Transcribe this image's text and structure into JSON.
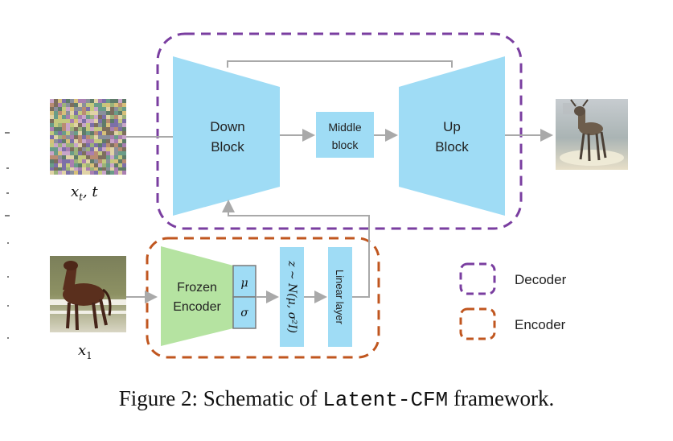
{
  "diagram": {
    "blocks": {
      "down_line1": "Down",
      "down_line2": "Block",
      "middle_line1": "Middle",
      "middle_line2": "block",
      "up_line1": "Up",
      "up_line2": "Block",
      "frozen_line1": "Frozen",
      "frozen_line2": "Encoder",
      "mu": "μ",
      "sigma": "σ",
      "sample": "z ~ N(μ, σ²I)",
      "linear": "Linear layer"
    },
    "inputs": {
      "noisy_label": "x_t, t",
      "clean_label": "x_1"
    },
    "legend": {
      "decoder": "Decoder",
      "encoder": "Encoder"
    },
    "colors": {
      "block": "#9fdcf5",
      "encoder": "#b5e3a1",
      "decoder_box": "#7a3ea0",
      "encoder_box": "#c0561f",
      "arrow": "#a9a9a9"
    },
    "images": {
      "noise": "noise-image",
      "deer": "deer-image",
      "horse": "horse-image"
    }
  },
  "caption": {
    "prefix": "Figure 2: Schematic of ",
    "code": "Latent-CFM",
    "suffix": " framework."
  }
}
